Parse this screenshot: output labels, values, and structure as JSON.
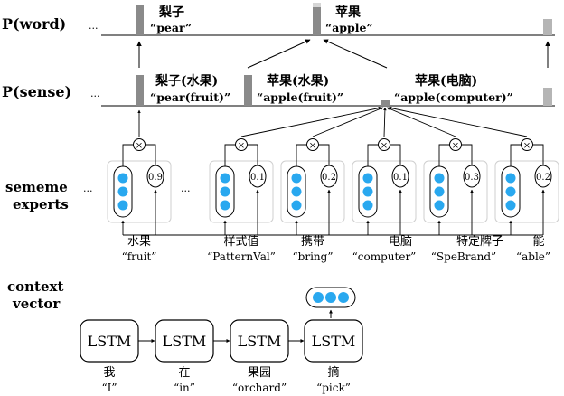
{
  "rows": {
    "p_word": "P(word)",
    "p_sense": "P(sense)",
    "sememe_experts_1": "sememe",
    "sememe_experts_2": "experts",
    "context_vector_1": "context",
    "context_vector_2": "vector"
  },
  "ellipsis": "...",
  "words": [
    {
      "zh": "梨子",
      "en": "“pear”"
    },
    {
      "zh": "苹果",
      "en": "“apple”"
    }
  ],
  "senses": [
    {
      "zh": "梨子(水果)",
      "en": "“pear(fruit)”"
    },
    {
      "zh": "苹果(水果)",
      "en": "“apple(fruit)”"
    },
    {
      "zh": "苹果(电脑)",
      "en": "“apple(computer)”"
    }
  ],
  "experts": [
    {
      "weight": "0.9",
      "zh": "水果",
      "en": "“fruit”"
    },
    {
      "weight": "0.1",
      "zh": "样式值",
      "en": "“PatternVal”"
    },
    {
      "weight": "0.2",
      "zh": "携带",
      "en": "“bring”"
    },
    {
      "weight": "0.1",
      "zh": "电脑",
      "en": "“computer”"
    },
    {
      "weight": "0.3",
      "zh": "特定牌子",
      "en": "“SpeBrand”"
    },
    {
      "weight": "0.2",
      "zh": "能",
      "en": "“able”"
    }
  ],
  "multiply_symbol": "×",
  "lstm": {
    "label": "LSTM",
    "inputs": [
      {
        "zh": "我",
        "en": "“I”"
      },
      {
        "zh": "在",
        "en": "“in”"
      },
      {
        "zh": "果园",
        "en": "“orchard”"
      },
      {
        "zh": "摘",
        "en": "“pick”"
      }
    ]
  },
  "colors": {
    "bar": "#8a8a8a",
    "bar_light": "#b5b5b5",
    "bar_highlight": "#d6d6d6",
    "node_blue": "#29a8ef",
    "expert_border": "#cfcfcf"
  }
}
